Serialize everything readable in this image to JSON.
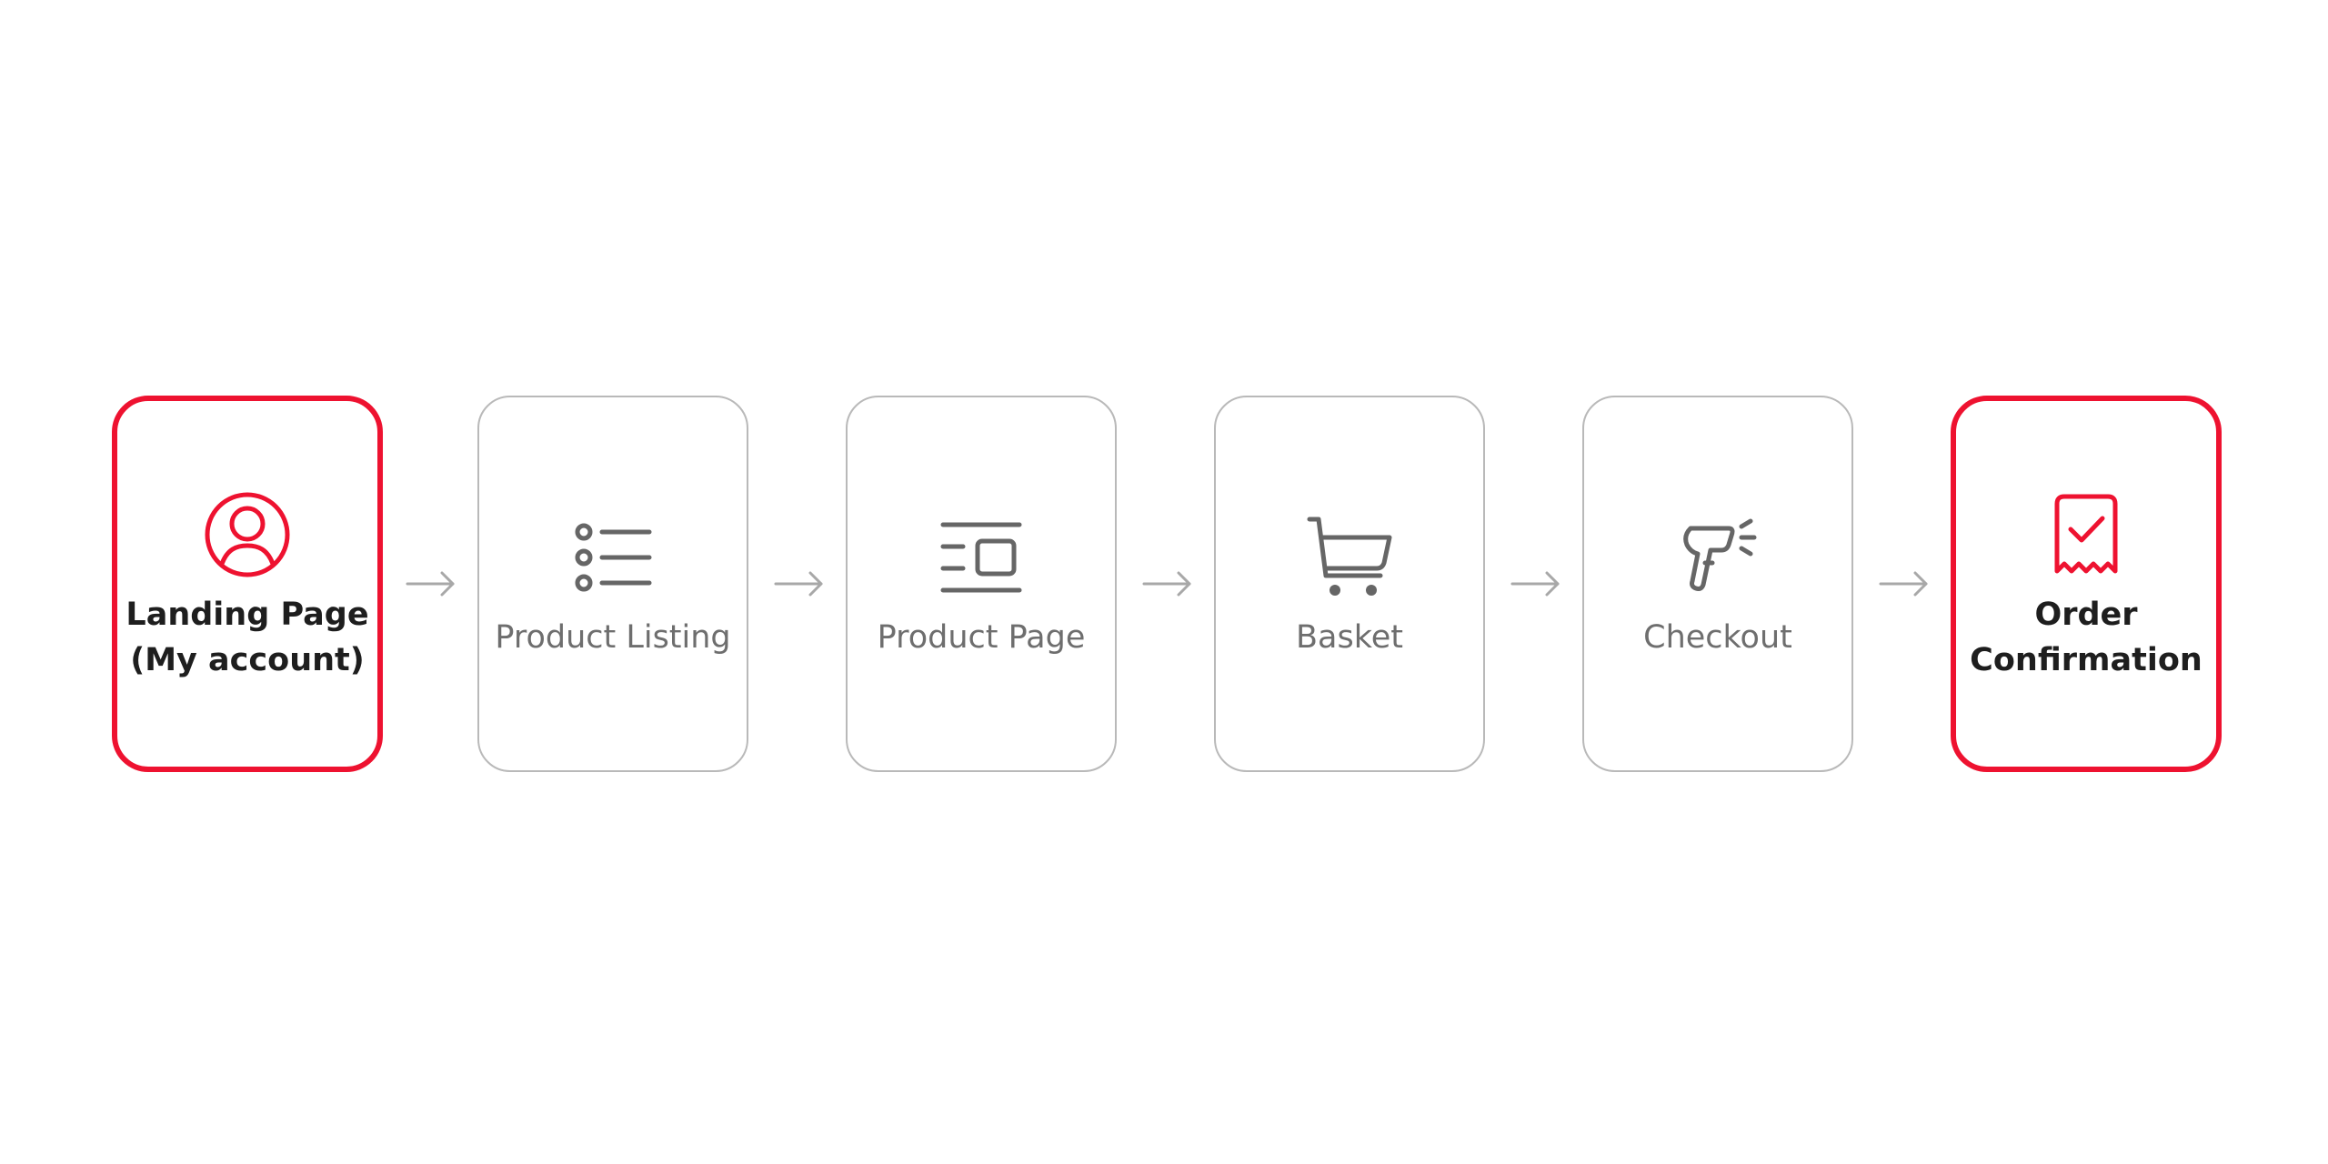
{
  "colors": {
    "accent": "#ee1230",
    "card_border": "#b9b9b9",
    "icon_gray": "#666666",
    "arrow_gray": "#a8a8a8",
    "text_dark": "#1e1e1e",
    "text_gray": "#6e6e6e"
  },
  "steps": [
    {
      "label": "Landing Page\n(My account)",
      "icon": "user-circle-icon",
      "highlighted": true
    },
    {
      "label": "Product Listing",
      "icon": "list-icon",
      "highlighted": false
    },
    {
      "label": "Product Page",
      "icon": "page-layout-icon",
      "highlighted": false
    },
    {
      "label": "Basket",
      "icon": "cart-icon",
      "highlighted": false
    },
    {
      "label": "Checkout",
      "icon": "barcode-scanner-icon",
      "highlighted": false
    },
    {
      "label": "Order\nConfirmation",
      "icon": "receipt-check-icon",
      "highlighted": true
    }
  ],
  "connectors": [
    {
      "icon": "arrow-right-icon"
    },
    {
      "icon": "arrow-right-icon"
    },
    {
      "icon": "arrow-right-icon"
    },
    {
      "icon": "arrow-right-icon"
    },
    {
      "icon": "arrow-right-icon"
    }
  ]
}
